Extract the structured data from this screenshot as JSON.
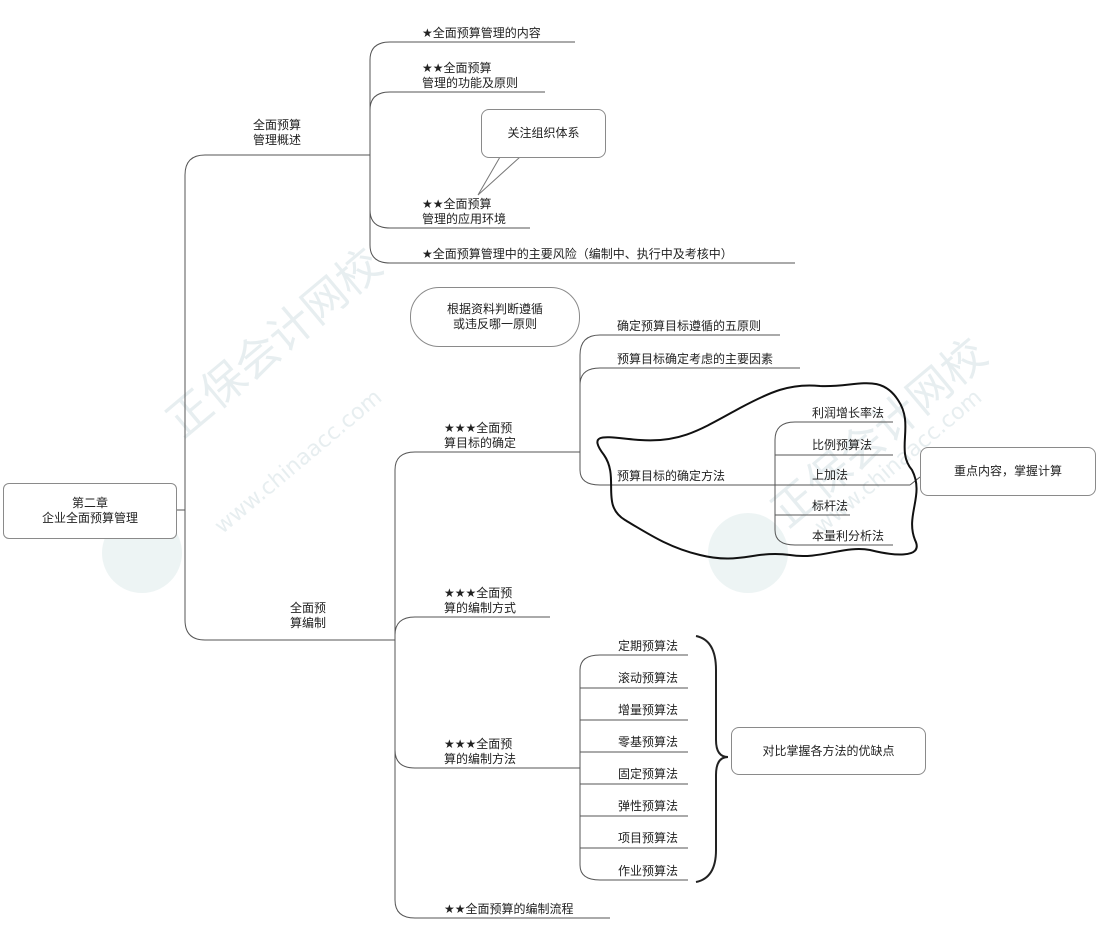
{
  "root": "第二章\n企业全面预算管理",
  "watermark": {
    "brand": "正保会计网校",
    "url": "www.chinaacc.com"
  },
  "overview": {
    "label": "全面预算\n管理概述",
    "items": [
      "★全面预算管理的内容",
      "★★全面预算\n管理的功能及原则",
      "★★全面预算\n管理的应用环境",
      "★全面预算管理中的主要风险（编制中、执行中及考核中）"
    ],
    "callout": "关注组织体系"
  },
  "compile": {
    "label": "全面预\n算编制",
    "target": {
      "label": "★★★全面预\n算目标的确定",
      "note": "根据资料判断遵循\n或违反哪一原则",
      "items": [
        "确定预算目标遵循的五原则",
        "预算目标确定考虑的主要因素",
        "预算目标的确定方法"
      ],
      "methods": [
        "利润增长率法",
        "比例预算法",
        "上加法",
        "标杆法",
        "本量利分析法"
      ],
      "key_note": "重点内容，掌握计算"
    },
    "mode": "★★★全面预\n算的编制方式",
    "methods": {
      "label": "★★★全面预\n算的编制方法",
      "items": [
        "定期预算法",
        "滚动预算法",
        "增量预算法",
        "零基预算法",
        "固定预算法",
        "弹性预算法",
        "项目预算法",
        "作业预算法"
      ],
      "note": "对比掌握各方法的优缺点"
    },
    "flow": "★★全面预算的编制流程"
  }
}
